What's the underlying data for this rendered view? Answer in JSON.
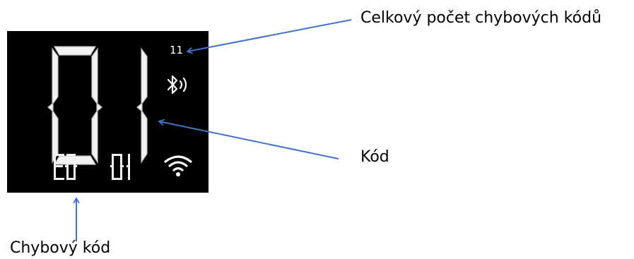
{
  "display": {
    "main_code": "01",
    "error_count": "11",
    "error_code": "E0 01",
    "bluetooth_icon": "bluetooth-signal-icon",
    "wifi_icon": "wifi-icon",
    "colors": {
      "screen_background": "#000000",
      "segment": "#f2f2f2",
      "arrow": "#4472c4"
    }
  },
  "labels": {
    "total_error_codes": "Celkový počet chybových kódů",
    "code": "Kód",
    "error_code": "Chybový kód"
  }
}
